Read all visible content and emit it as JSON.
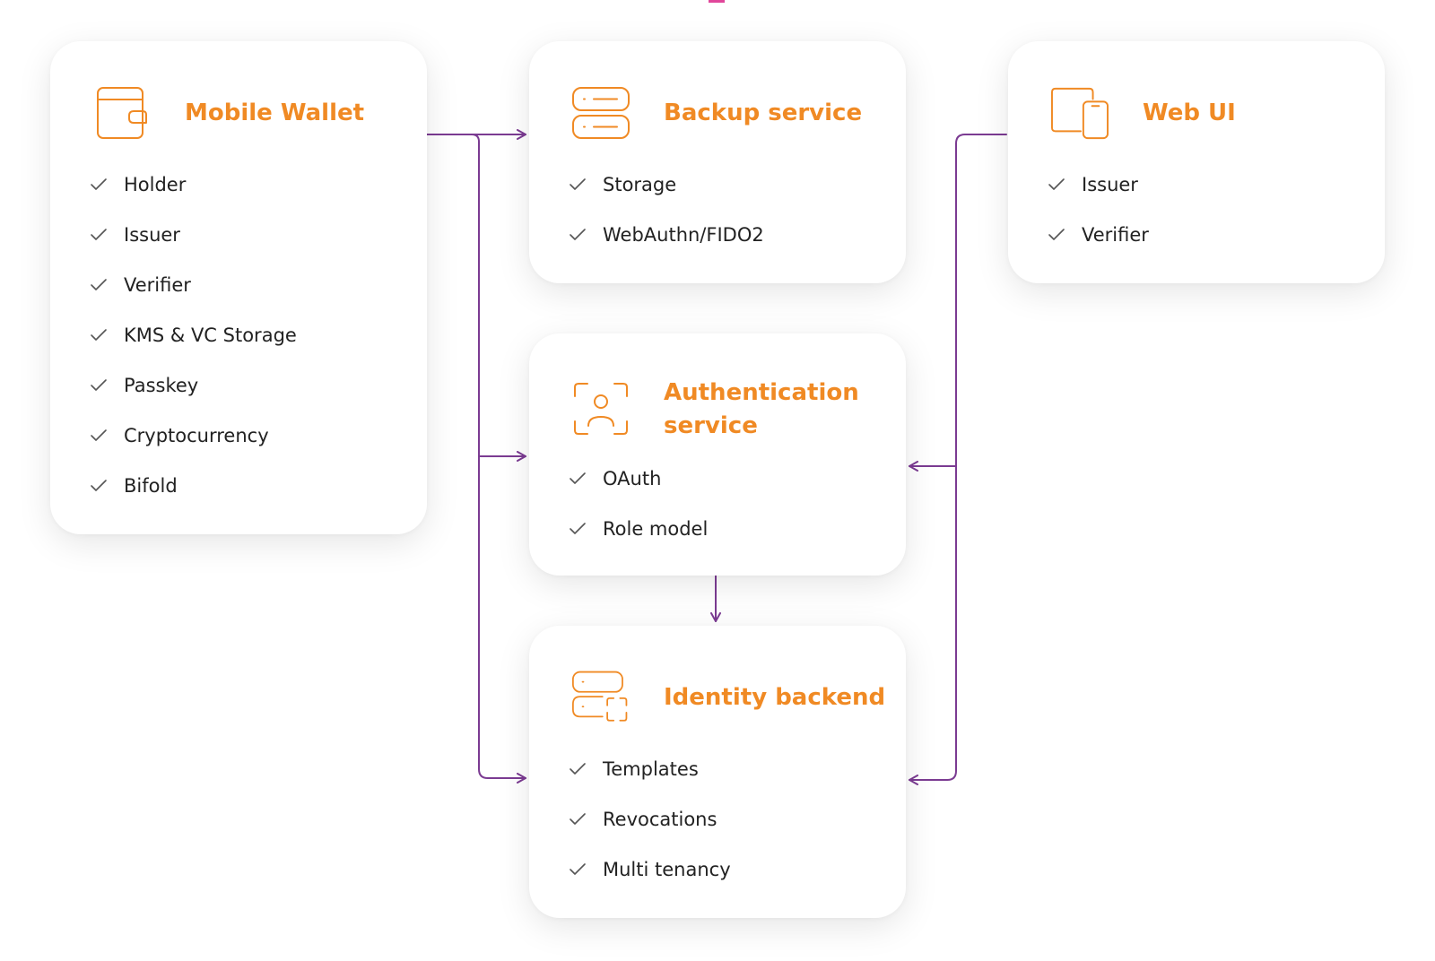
{
  "cards": {
    "mobile_wallet": {
      "title": "Mobile Wallet",
      "icon": "wallet-icon",
      "items": [
        "Holder",
        "Issuer",
        "Verifier",
        "KMS & VC Storage",
        "Passkey",
        "Cryptocurrency",
        "Bifold"
      ]
    },
    "backup_service": {
      "title": "Backup service",
      "icon": "server-icon",
      "items": [
        "Storage",
        "WebAuthn/FIDO2"
      ]
    },
    "web_ui": {
      "title": "Web UI",
      "icon": "devices-icon",
      "items": [
        "Issuer",
        "Verifier"
      ]
    },
    "auth_service": {
      "title": "Authentication service",
      "icon": "face-scan-icon",
      "items": [
        "OAuth",
        "Role model"
      ]
    },
    "identity_backend": {
      "title": "Identity backend",
      "icon": "server-scan-icon",
      "items": [
        "Templates",
        "Revocations",
        "Multi tenancy"
      ]
    }
  },
  "colors": {
    "accent": "#f08a24",
    "connector": "#7b3b92",
    "text": "#222222",
    "check": "#555555"
  }
}
